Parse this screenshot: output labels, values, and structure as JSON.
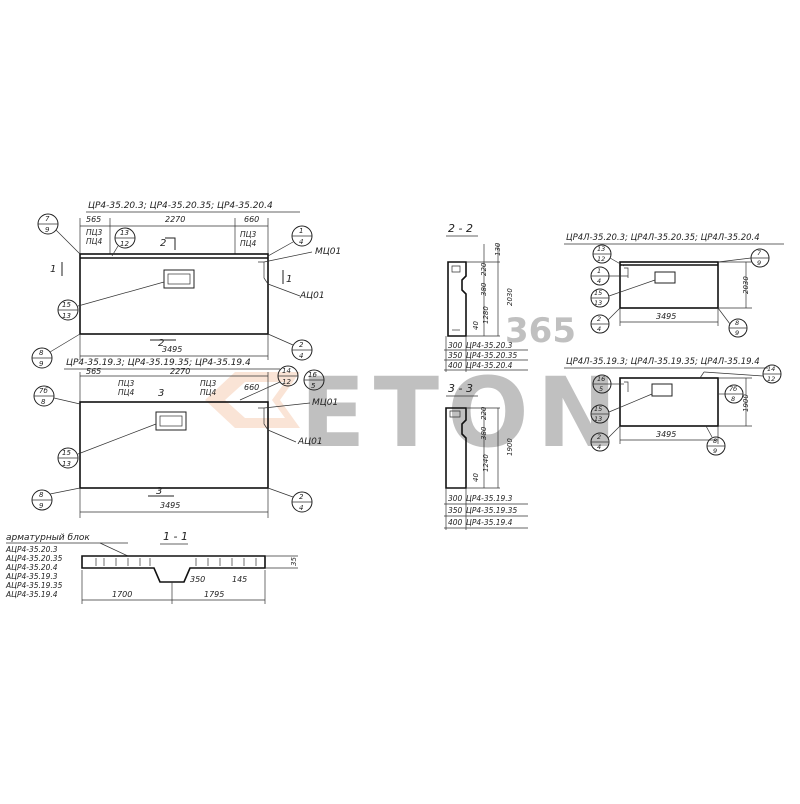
{
  "panels": {
    "top_left": {
      "title": "ЦР4-35.20.3; ЦР4-35.20.35; ЦР4-35.20.4",
      "dims": [
        "565",
        "2270",
        "660",
        "3495"
      ],
      "labels": [
        "ПЦ3",
        "ПЦ4",
        "ПЦ3",
        "ПЦ4",
        "МЦ01",
        "АЦ01",
        "1",
        "1",
        "2",
        "2"
      ],
      "callouts": [
        [
          "7",
          "9"
        ],
        [
          "13",
          "12"
        ],
        [
          "1",
          "4"
        ],
        [
          "15",
          "13"
        ],
        [
          "8",
          "9"
        ],
        [
          "2",
          "4"
        ]
      ]
    },
    "bottom_left": {
      "title": "ЦР4-35.19.3; ЦР4-35.19.35; ЦР4-35.19.4",
      "dims": [
        "565",
        "2270",
        "660",
        "3495"
      ],
      "labels": [
        "ПЦ3",
        "ПЦ4",
        "ПЦ3",
        "ПЦ4",
        "МЦ01",
        "АЦ01",
        "3",
        "3"
      ],
      "callouts": [
        [
          "7б",
          "8"
        ],
        [
          "14",
          "12"
        ],
        [
          "16",
          "5"
        ],
        [
          "15",
          "13"
        ],
        [
          "8",
          "9"
        ],
        [
          "2",
          "4"
        ]
      ]
    },
    "section_1_1": {
      "title": "1 - 1",
      "block_label": "арматурный блок",
      "block_items": [
        "АЦР4-35.20.3",
        "АЦР4-35.20.35",
        "АЦР4-35.20.4",
        "АЦР4-35.19.3",
        "АЦР4-35.19.35",
        "АЦР4-35.19.4"
      ],
      "dims": [
        "350",
        "145",
        "35",
        "1700",
        "1795"
      ]
    },
    "section_2_2": {
      "title": "2 - 2",
      "dims": [
        "130",
        "220",
        "380",
        "1280",
        "40",
        "2030"
      ],
      "rows": [
        [
          "300",
          "ЦР4-35.20.3"
        ],
        [
          "350",
          "ЦР4-35.20.35"
        ],
        [
          "400",
          "ЦР4-35.20.4"
        ]
      ]
    },
    "section_3_3": {
      "title": "3 - 3",
      "dims": [
        "220",
        "380",
        "1240",
        "40",
        "1900"
      ],
      "rows": [
        [
          "300",
          "ЦР4-35.19.3"
        ],
        [
          "350",
          "ЦР4-35.19.35"
        ],
        [
          "400",
          "ЦР4-35.19.4"
        ]
      ]
    },
    "top_right": {
      "title": "ЦР4Л-35.20.3; ЦР4Л-35.20.35; ЦР4Л-35.20.4",
      "dims": [
        "2030",
        "3495"
      ],
      "callouts": [
        [
          "13",
          "12"
        ],
        [
          "7",
          "9"
        ],
        [
          "1",
          "4"
        ],
        [
          "15",
          "13"
        ],
        [
          "2",
          "4"
        ],
        [
          "8",
          "9"
        ]
      ]
    },
    "bottom_right": {
      "title": "ЦР4Л-35.19.3; ЦР4Л-35.19.35; ЦР4Л-35.19.4",
      "dims": [
        "1900",
        "3495"
      ],
      "callouts": [
        [
          "14",
          "12"
        ],
        [
          "16",
          "5"
        ],
        [
          "7б",
          "8"
        ],
        [
          "15",
          "13"
        ],
        [
          "2",
          "4"
        ],
        [
          "8",
          "9"
        ]
      ]
    }
  },
  "watermark": {
    "text": "ETON",
    "badge": "365",
    "color": "#f0a070"
  }
}
